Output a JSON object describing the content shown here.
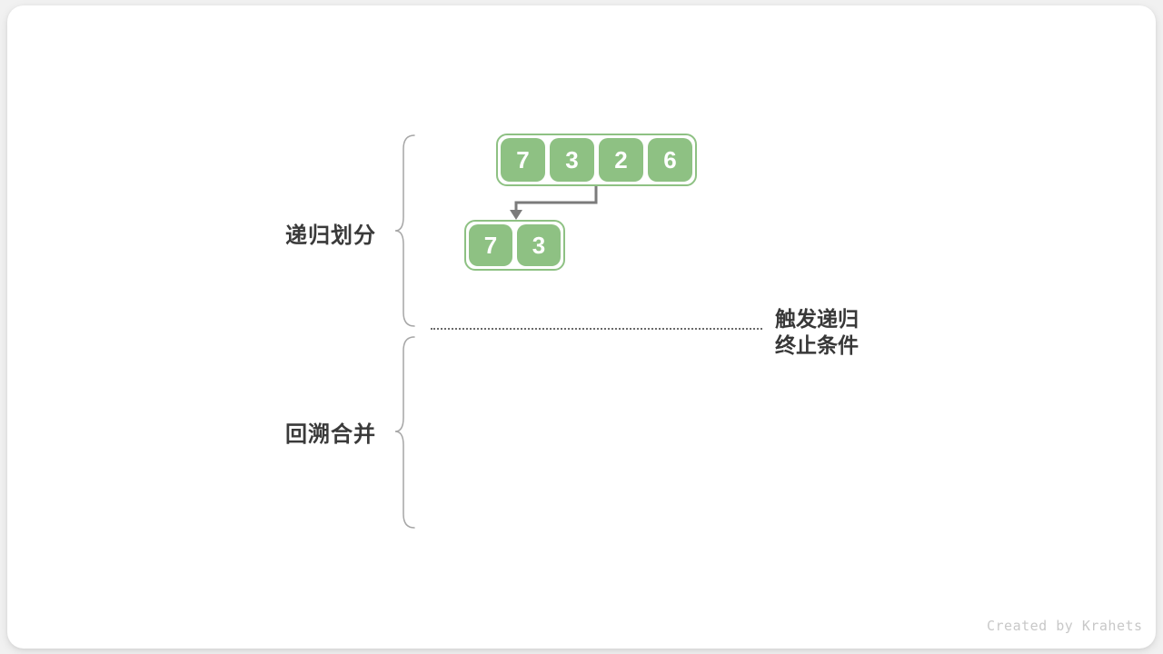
{
  "phases": [
    {
      "label": "递归划分"
    },
    {
      "label": "回溯合并"
    }
  ],
  "arrays": {
    "top": [
      "7",
      "3",
      "2",
      "6"
    ],
    "child": [
      "7",
      "3"
    ]
  },
  "annotation": {
    "line1": "触发递归",
    "line2": "终止条件"
  },
  "credit": "Created by Krahets",
  "icons": {
    "split_arrow": "elbow-down-arrow",
    "brace": "curly-brace-left"
  },
  "colors": {
    "background": "#F1F1F1",
    "card": "#FFFFFF",
    "cell_green": "#8EC183",
    "cell_text": "#FFFFFF",
    "arrow_gray": "#7B7B7B",
    "label_dark": "#3A3A3A",
    "brace_gray": "#A6A6A6",
    "dotted_gray": "#6A6A6A",
    "credit_gray": "#C8C8C8"
  }
}
